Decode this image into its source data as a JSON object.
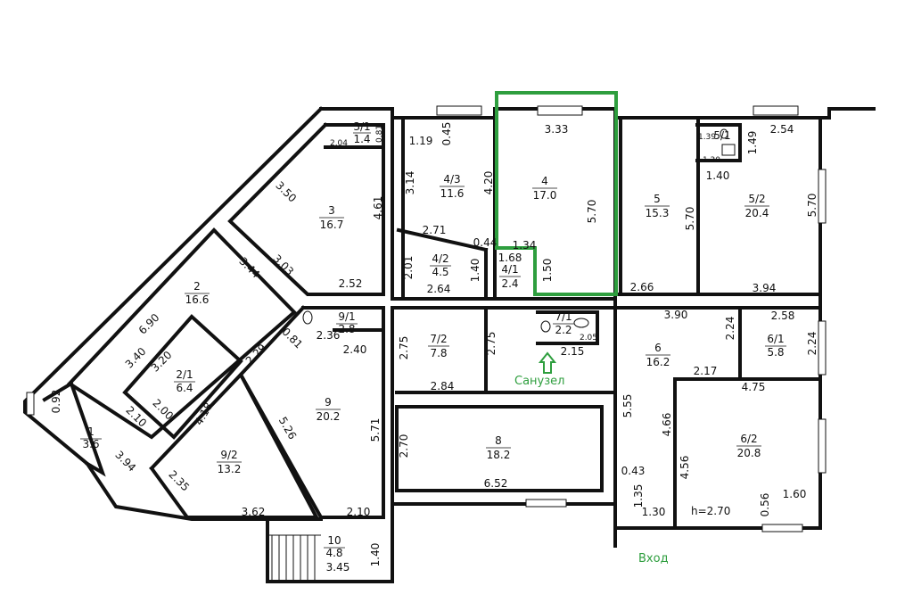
{
  "colors": {
    "wall": "#111111",
    "highlight": "#2e9e3e"
  },
  "labels": {
    "bathroom": "Санузел",
    "entrance": "Вход",
    "height": "h=2.70"
  },
  "rooms": [
    {
      "id": "3/1",
      "area": "1.4"
    },
    {
      "id": "3",
      "area": "16.7"
    },
    {
      "id": "4/3",
      "area": "11.6"
    },
    {
      "id": "4",
      "area": "17.0"
    },
    {
      "id": "5",
      "area": "15.3"
    },
    {
      "id": "5/1",
      "area": ""
    },
    {
      "id": "5/2",
      "area": "20.4"
    },
    {
      "id": "4/2",
      "area": "4.5"
    },
    {
      "id": "4/1",
      "area": "2.4"
    },
    {
      "id": "2",
      "area": "16.6"
    },
    {
      "id": "2/1",
      "area": "6.4"
    },
    {
      "id": "9/1",
      "area": "2.8"
    },
    {
      "id": "9",
      "area": "20.2"
    },
    {
      "id": "9/2",
      "area": "13.2"
    },
    {
      "id": "7/2",
      "area": "7.8"
    },
    {
      "id": "7/1",
      "area": "2.2"
    },
    {
      "id": "6",
      "area": "16.2"
    },
    {
      "id": "6/1",
      "area": "5.8"
    },
    {
      "id": "6/2",
      "area": "20.8"
    },
    {
      "id": "8",
      "area": "18.2"
    },
    {
      "id": "1",
      "area": "3.6"
    },
    {
      "id": "10",
      "area": "4.8"
    }
  ],
  "dims": [
    "3.33",
    "1.19",
    "0.45",
    "2.54",
    "1.49",
    "0.81",
    "2.04",
    "3.14",
    "4.20",
    "5.70",
    "5.70",
    "5.70",
    "3.50",
    "4.61",
    "2.71",
    "0.44",
    "1.34",
    "1.68",
    "1.40",
    "1.50",
    "2.01",
    "3.03",
    "2.52",
    "2.64",
    "2.66",
    "3.94",
    "3.90",
    "2.58",
    "2.24",
    "2.24",
    "3.44",
    "6.90",
    "3.40",
    "3.20",
    "2.36",
    "2.40",
    "2.29",
    "0.81",
    "2.75",
    "2.75",
    "2.15",
    "2.05",
    "2.84",
    "2.17",
    "4.75",
    "5.55",
    "4.66",
    "4.56",
    "0.43",
    "1.35",
    "1.30",
    "0.56",
    "1.60",
    "2.00",
    "2.10",
    "0.92",
    "3.94",
    "4.18",
    "5.26",
    "5.71",
    "2.35",
    "3.62",
    "2.10",
    "2.70",
    "6.52",
    "1.40",
    "3.45",
    "1.30",
    "1.39",
    "1.40"
  ]
}
